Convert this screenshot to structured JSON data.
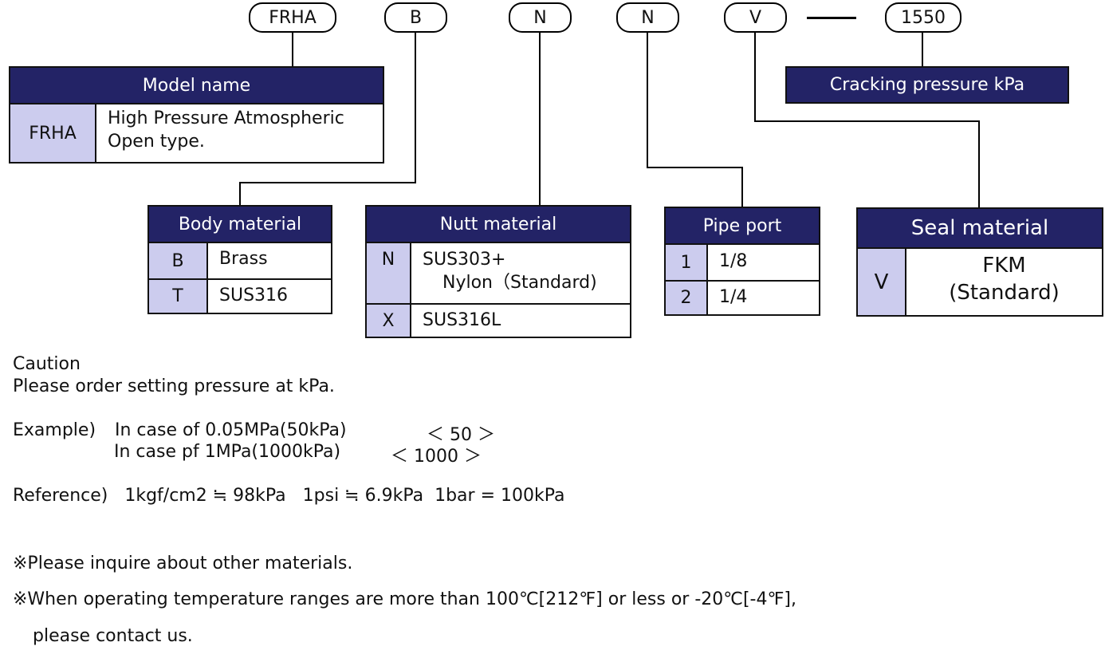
{
  "code_pills": {
    "model": "FRHA",
    "body": "B",
    "nutt": "N",
    "pipe": "N",
    "seal": "V",
    "dash": "—",
    "pressure": "1550"
  },
  "model_table": {
    "header": "Model name",
    "rows": [
      {
        "code": "FRHA",
        "desc_line1": "High Pressure Atmospheric",
        "desc_line2": "Open type."
      }
    ]
  },
  "cracking_pressure": {
    "header": "Cracking pressure kPa"
  },
  "body_table": {
    "header": "Body material",
    "rows": [
      {
        "code": "B",
        "desc": "Brass"
      },
      {
        "code": "T",
        "desc": "SUS316"
      }
    ]
  },
  "nutt_table": {
    "header": "Nutt material",
    "rows": [
      {
        "code": "N",
        "desc_line1": "SUS303+",
        "desc_line2": "Nylon（Standard)"
      },
      {
        "code": "X",
        "desc": "SUS316L"
      }
    ]
  },
  "pipe_table": {
    "header": "Pipe port",
    "rows": [
      {
        "code": "1",
        "desc": "1/8"
      },
      {
        "code": "2",
        "desc": "1/4"
      }
    ]
  },
  "seal_table": {
    "header": "Seal material",
    "rows": [
      {
        "code": "V",
        "desc_line1": "FKM",
        "desc_line2": "(Standard)"
      }
    ]
  },
  "notes": {
    "caution_title": "Caution",
    "caution_text": "Please order setting pressure at kPa.",
    "example_label": "Example)",
    "example_1_text": "In case of 0.05MPa(50kPa)",
    "example_1_value": "＜ 50 ＞",
    "example_2_text": "In case pf 1MPa(1000kPa)",
    "example_2_value": "＜ 1000 ＞",
    "reference": "Reference)   1kgf/cm2 ≒ 98kPa   1psi ≒ 6.9kPa  1bar = 100kPa",
    "note_1": "※Please inquire about other materials.",
    "note_2": "※When operating temperature ranges are more than 100℃[212℉] or less or -20℃[-4℉],",
    "note_2_cont": "please contact us."
  },
  "colors": {
    "header_bg": "#232366",
    "code_bg": "#ccccee"
  }
}
